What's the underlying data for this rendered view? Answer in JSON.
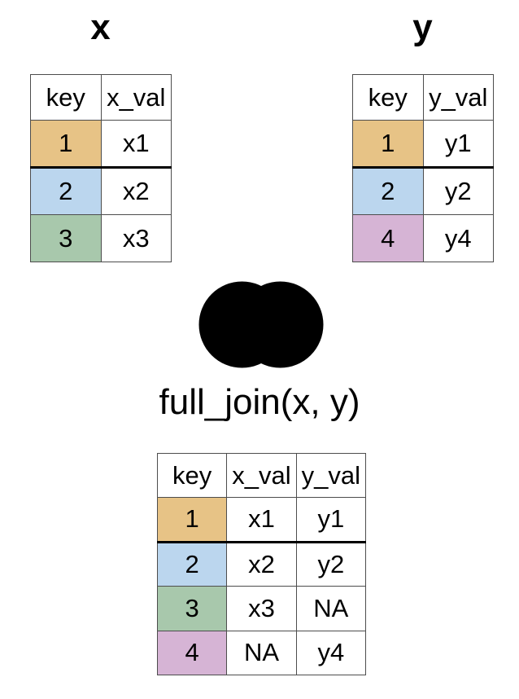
{
  "colors": {
    "key1": "#e7c386",
    "key2": "#bbd6ee",
    "key3": "#a8c8ac",
    "key4": "#d6b4d5",
    "venn_fill": "#000000",
    "thick_divider": "#000000",
    "grid_border": "#4d4d4d"
  },
  "table_x": {
    "title": "x",
    "headers": [
      "key",
      "x_val"
    ],
    "rows": [
      [
        "1",
        "x1"
      ],
      [
        "2",
        "x2"
      ],
      [
        "3",
        "x3"
      ]
    ]
  },
  "table_y": {
    "title": "y",
    "headers": [
      "key",
      "y_val"
    ],
    "rows": [
      [
        "1",
        "y1"
      ],
      [
        "2",
        "y2"
      ],
      [
        "4",
        "y4"
      ]
    ]
  },
  "venn": {
    "icon": "venn-two-circles-fully-filled",
    "meaning": "full join"
  },
  "result": {
    "caption": "full_join(x, y)",
    "headers": [
      "key",
      "x_val",
      "y_val"
    ],
    "rows": [
      [
        "1",
        "x1",
        "y1"
      ],
      [
        "2",
        "x2",
        "y2"
      ],
      [
        "3",
        "x3",
        "NA"
      ],
      [
        "4",
        "NA",
        "y4"
      ]
    ]
  }
}
